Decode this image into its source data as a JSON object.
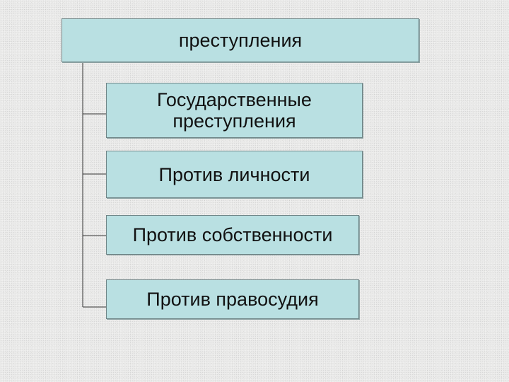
{
  "diagram": {
    "root": {
      "label": "преступления"
    },
    "children": [
      {
        "label": "Государственные преступления"
      },
      {
        "label": "Против личности"
      },
      {
        "label": "Против собственности"
      },
      {
        "label": "Против правосудия"
      }
    ]
  },
  "colors": {
    "box_fill": "#b9e0e2",
    "box_border": "#6f8587",
    "connector": "#333333",
    "background": "#ebebea"
  }
}
